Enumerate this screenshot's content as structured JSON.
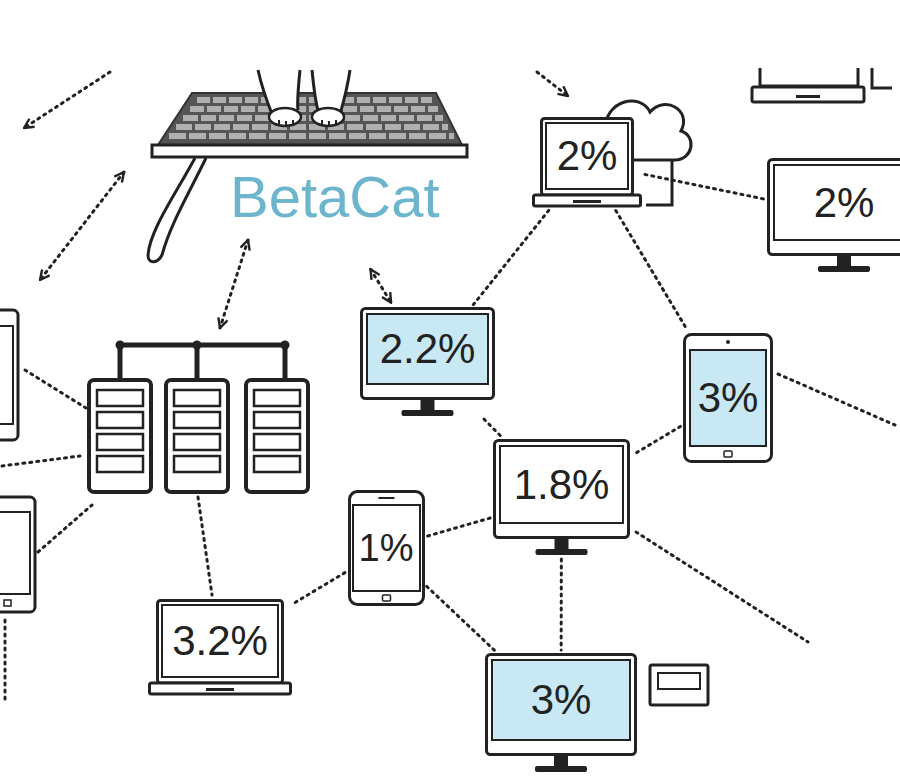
{
  "diagram": {
    "nodes": [
      {
        "text": [
          "BetaCat"
        ]
      },
      {
        "text": [
          "2%"
        ]
      },
      {
        "text": [
          "2%"
        ]
      },
      {
        "text": [
          "2.2%"
        ]
      },
      {
        "text": [
          "3%"
        ]
      },
      {
        "text": [
          "1.8%"
        ]
      },
      {
        "text": [
          "1%"
        ]
      },
      {
        "text": [
          "3.2%"
        ]
      },
      {
        "text": [
          "3%"
        ]
      }
    ],
    "edges": [
      {
        "from": 0,
        "to": 3,
        "arrow": "both"
      },
      {
        "from": 1,
        "to": 2,
        "arrow": "none"
      },
      {
        "from": 1,
        "to": 3,
        "arrow": "none"
      },
      {
        "from": 1,
        "to": 4,
        "arrow": "none"
      },
      {
        "from": 3,
        "to": 5,
        "arrow": "none"
      },
      {
        "from": 4,
        "to": 5,
        "arrow": "none"
      },
      {
        "from": 5,
        "to": 6,
        "arrow": "none"
      },
      {
        "from": 5,
        "to": 8,
        "arrow": "none"
      },
      {
        "from": 6,
        "to": 7,
        "arrow": "none"
      },
      {
        "from": 6,
        "to": 8,
        "arrow": "none"
      }
    ]
  }
}
